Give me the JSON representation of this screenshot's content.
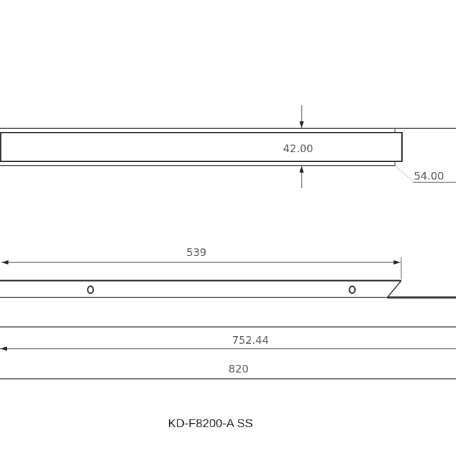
{
  "top_view": {
    "height_inner": "42.00",
    "height_outer": "54.00"
  },
  "side_view": {
    "hole_spacing": "539",
    "length_inner": "752.44",
    "length_total": "820"
  },
  "model_label": "KD-F8200-A SS"
}
